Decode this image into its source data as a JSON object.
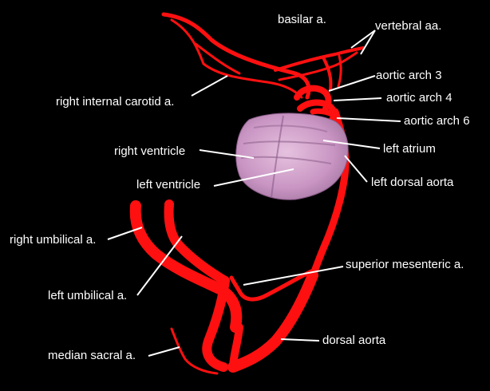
{
  "figure": {
    "background": "#000000",
    "vessel_color": "#ff1010",
    "heart_color": "#d9a9d2",
    "labels": {
      "basilar": "basilar a.",
      "vertebral": "vertebral aa.",
      "aortic_arch_3": "aortic arch 3",
      "aortic_arch_4": "aortic arch 4",
      "aortic_arch_6": "aortic arch 6",
      "right_internal_carotid": "right internal carotid a.",
      "right_ventricle": "right ventricle",
      "left_atrium": "left atrium",
      "left_ventricle": "left ventricle",
      "left_dorsal_aorta": "left dorsal aorta",
      "right_umbilical": "right umbilical a.",
      "superior_mesenteric": "superior mesenteric a.",
      "left_umbilical": "left umbilical a.",
      "dorsal_aorta": "dorsal aorta",
      "median_sacral": "median sacral a."
    }
  }
}
